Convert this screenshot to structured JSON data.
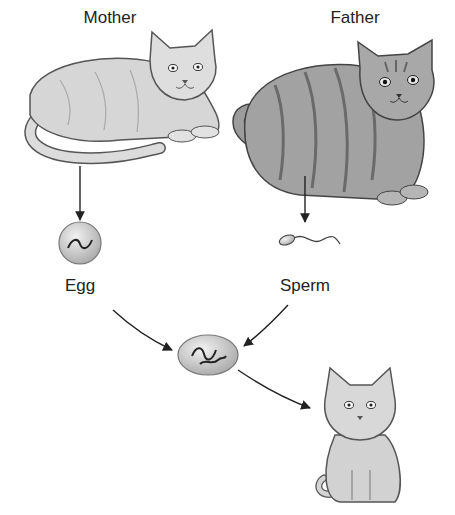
{
  "diagram": {
    "nodes": [
      {
        "text": [
          "Mother"
        ]
      },
      {
        "text": [
          "Father"
        ]
      },
      {
        "text": [
          "Egg"
        ]
      },
      {
        "text": [
          "Sperm"
        ]
      }
    ],
    "edges": [
      {
        "from": 0,
        "to": 2,
        "arrow": "to"
      },
      {
        "from": 1,
        "to": 3,
        "arrow": "to"
      }
    ]
  }
}
